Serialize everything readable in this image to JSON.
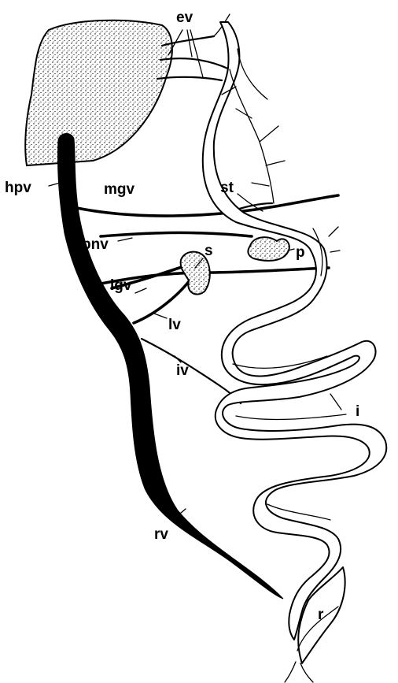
{
  "labels": {
    "ev": "ev",
    "hpv": "hpv",
    "mgv": "mgv",
    "st": "st",
    "pnv": "pnv",
    "p": "p",
    "s": "s",
    "lgv": "lgv",
    "lv": "lv",
    "iv": "iv",
    "i": "i",
    "rv": "rv",
    "r": "r"
  }
}
